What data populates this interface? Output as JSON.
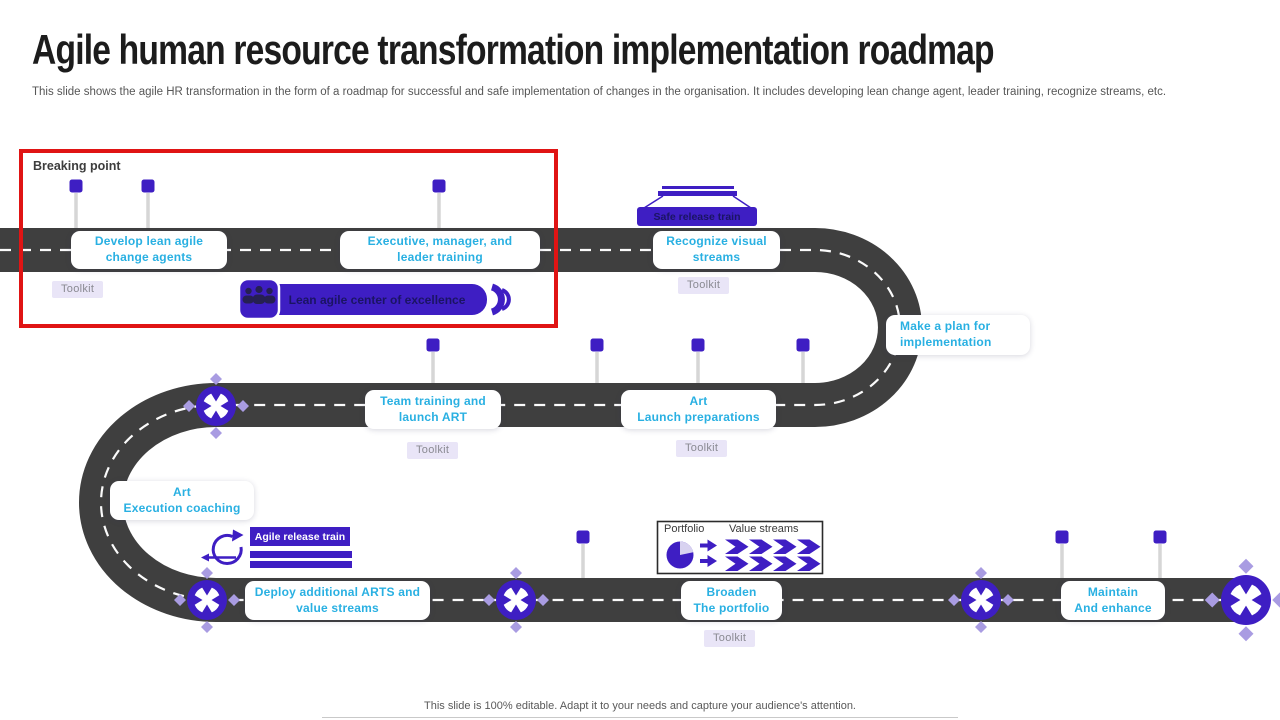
{
  "slide": {
    "title": "Agile human resource transformation implementation roadmap",
    "description": "This slide shows the agile HR transformation in the form of a roadmap for successful and safe implementation of changes in the organisation. It includes developing lean change agent, leader training, recognize streams, etc.",
    "footer": "This slide is 100% editable. Adapt it to your needs and capture your audience's attention."
  },
  "annotations": {
    "breaking_point": "Breaking point",
    "toolkit": "Toolkit"
  },
  "milestones": [
    {
      "name": "develop-lean-agile-change-agents",
      "lines": [
        "Develop lean agile",
        "change agents"
      ]
    },
    {
      "name": "executive-manager-leader-training",
      "lines": [
        "Executive, manager, and",
        "leader training"
      ]
    },
    {
      "name": "recognize-visual-streams",
      "lines": [
        "Recognize visual",
        "streams"
      ]
    },
    {
      "name": "make-a-plan-for-implementation",
      "lines": [
        "Make a plan for",
        "implementation"
      ]
    },
    {
      "name": "team-training-and-launch-art",
      "lines": [
        "Team training and",
        "launch ART"
      ]
    },
    {
      "name": "art-launch-preparations",
      "lines": [
        "Art",
        "Launch preparations"
      ]
    },
    {
      "name": "art-execution-coaching",
      "lines": [
        "Art",
        "Execution coaching"
      ]
    },
    {
      "name": "deploy-additional-arts-and-value-streams",
      "lines": [
        "Deploy additional ARTS and",
        "value streams"
      ]
    },
    {
      "name": "broaden-the-portfolio",
      "lines": [
        "Broaden",
        "The portfolio"
      ]
    },
    {
      "name": "maintain-and-enhance",
      "lines": [
        "Maintain",
        "And enhance"
      ]
    }
  ],
  "banners": {
    "lean_agile_center_of_excellence": "Lean agile center of excellence",
    "safe_release_train": "Safe release train",
    "agile_release_train": "Agile release train"
  },
  "portfolio_legend": {
    "portfolio": "Portfolio",
    "value_streams": "Value streams"
  },
  "colors": {
    "accent_purple": "#3e1ec3",
    "road_gray": "#3f3f3f",
    "label_cyan": "#29b0e2",
    "highlight_red": "#e01414",
    "toolkit_bg": "#e9e5f7",
    "diamond_lilac": "#a99ce2",
    "banner_text_navy": "#1b1464"
  }
}
